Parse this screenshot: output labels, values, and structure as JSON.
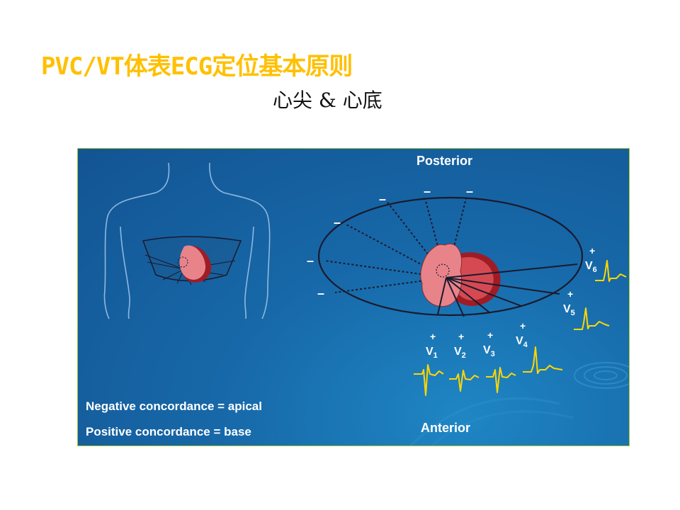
{
  "title": "PVC/VT体表ECG定位基本原则",
  "subtitle": "心尖 & 心底",
  "diagram": {
    "posterior": "Posterior",
    "anterior": "Anterior",
    "negative_signs": [
      "–",
      "–",
      "–",
      "–",
      "–",
      "–"
    ],
    "leads": [
      {
        "sign": "+",
        "name": "V",
        "sub": "1"
      },
      {
        "sign": "+",
        "name": "V",
        "sub": "2"
      },
      {
        "sign": "+",
        "name": "V",
        "sub": "3"
      },
      {
        "sign": "+",
        "name": "V",
        "sub": "4"
      },
      {
        "sign": "+",
        "name": "V",
        "sub": "5"
      },
      {
        "sign": "+",
        "name": "V",
        "sub": "6"
      }
    ],
    "legend": [
      "Negative concordance = apical",
      "Positive concordance = base"
    ],
    "colors": {
      "panel": "#1768a8",
      "border": "#a6c832",
      "title": "#ffc000",
      "ecg": "#ffd700",
      "heart": "#e8838a",
      "heart_dark": "#a01c25"
    }
  }
}
